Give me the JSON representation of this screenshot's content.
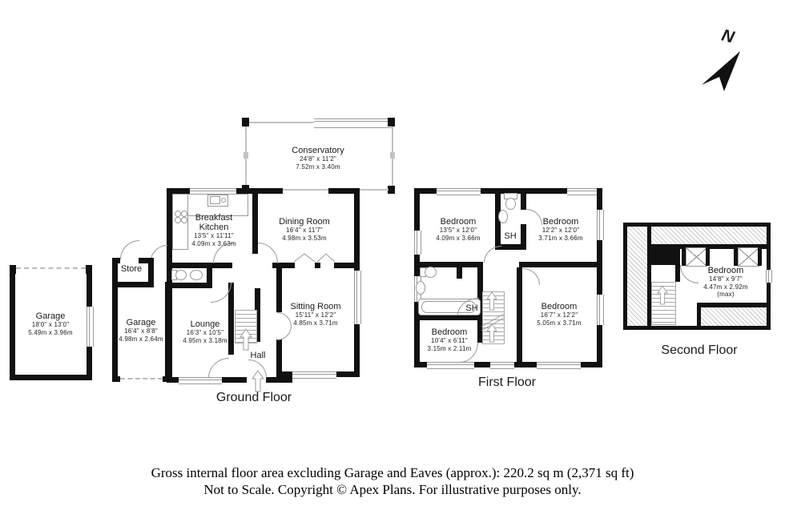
{
  "compass": {
    "label": "N"
  },
  "floors": {
    "ground": {
      "label": "Ground Floor",
      "conservatory": {
        "name": "Conservatory",
        "imperial": "24'8\" x 11'2\"",
        "metric": "7.52m x 3.40m"
      },
      "breakfast_kitchen": {
        "name": "Breakfast Kitchen",
        "imperial": "13'5\" x 11'11\"",
        "metric": "4.09m x 3.63m"
      },
      "dining_room": {
        "name": "Dining Room",
        "imperial": "16'4\" x 11'7\"",
        "metric": "4.98m x 3.53m"
      },
      "lounge": {
        "name": "Lounge",
        "imperial": "16'3\" x 10'5\"",
        "metric": "4.95m x 3.18m"
      },
      "sitting_room": {
        "name": "Sitting Room",
        "imperial": "15'11\" x 12'2\"",
        "metric": "4.85m x 3.71m"
      },
      "hall": {
        "name": "Hall"
      },
      "store": {
        "name": "Store"
      },
      "garage_attached": {
        "name": "Garage",
        "imperial": "16'4\" x 8'8\"",
        "metric": "4.98m x 2.64m"
      },
      "garage_detached": {
        "name": "Garage",
        "imperial": "18'0\" x 13'0\"",
        "metric": "5.49m x 3.96m"
      }
    },
    "first": {
      "label": "First Floor",
      "bedroom_front_left": {
        "name": "Bedroom",
        "imperial": "13'5\" x 12'0\"",
        "metric": "4.09m x 3.66m"
      },
      "bedroom_front_right": {
        "name": "Bedroom",
        "imperial": "12'2\" x 12'0\"",
        "metric": "3.71m x 3.66m"
      },
      "bedroom_rear_right": {
        "name": "Bedroom",
        "imperial": "16'7\" x 12'2\"",
        "metric": "5.05m x 3.71m"
      },
      "bedroom_rear_left": {
        "name": "Bedroom",
        "imperial": "10'4\" x 6'11\"",
        "metric": "3.15m x 2.11m"
      },
      "shower_front": {
        "name": "SH"
      },
      "shower_rear": {
        "name": "SH"
      }
    },
    "second": {
      "label": "Second Floor",
      "bedroom": {
        "name": "Bedroom",
        "imperial": "14'8\" x 9'7\"",
        "metric": "4.47m x 2.92m",
        "note": "(max)"
      }
    }
  },
  "footer": {
    "line1": "Gross internal floor area excluding Garage and Eaves (approx.): 220.2 sq m (2,371 sq ft)",
    "line2": "Not to Scale. Copyright © Apex Plans. For illustrative purposes only."
  },
  "colors": {
    "wall": "#111111",
    "line": "#999999",
    "hatch": "#c6c6c6",
    "text": "#1a1a1a"
  }
}
